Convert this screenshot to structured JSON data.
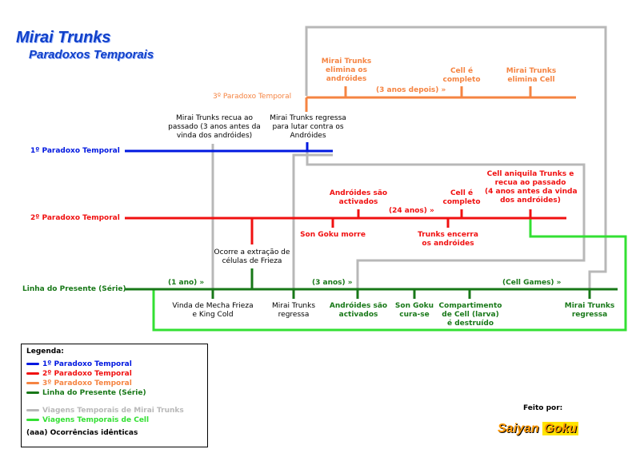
{
  "header": {
    "title": "Mirai Trunks",
    "subtitle": "Paradoxos Temporais"
  },
  "colors": {
    "line1": "#0018e0",
    "line2": "#f01010",
    "line3": "#f58442",
    "present": "#187818",
    "trunks_travel": "#b8b8b8",
    "cell_travel": "#33e033"
  },
  "lines": {
    "p1": "1º Paradoxo Temporal",
    "p2": "2º Paradoxo Temporal",
    "p3": "3º Paradoxo Temporal",
    "present": "Linha do Presente (Série)"
  },
  "p3_events": {
    "e1": "Mirai Trunks\nelimina os\nandróides",
    "gap": "(3 anos depois) »",
    "e2": "Cell é\ncompleto",
    "e3": "Mirai Trunks\nelimina Cell"
  },
  "p1_events": {
    "e1": "Mirai Trunks recua ao\npassado (3 anos antes da\nvinda dos andróides)",
    "e2": "Mirai Trunks regressa\npara lutar contra os\nAndróides"
  },
  "p2_events": {
    "e1": "Andróides são\nactivados",
    "gap": "(24 anos) »",
    "e2": "Cell é\ncompleto",
    "e3": "Cell aniquila Trunks e\nrecua ao passado\n(4 anos antes da vinda\ndos andróides)",
    "e4": "Son Goku morre",
    "e5": "Trunks encerra\nos andróides",
    "e6": "Ocorre a extração de\ncélulas de Frieza"
  },
  "present_events": {
    "gap1": "(1 ano) »",
    "gap2": "(3 anos) »",
    "gap3": "(Cell Games) »",
    "e1": "Vinda de Mecha Frieza\ne King Cold",
    "e2": "Mirai Trunks\nregressa",
    "e3": "Andróides são\nactivados",
    "e4": "Son Goku\ncura-se",
    "e5": "Compartimento\nde Cell (larva)\né destruído",
    "e6": "Mirai Trunks\nregressa"
  },
  "legend": {
    "heading": "Legenda:",
    "l1": "1º Paradoxo Temporal",
    "l2": "2º Paradoxo Temporal",
    "l3": "3º Paradoxo Temporal",
    "l4": "Linha do Presente (Série)",
    "l5": "Viagens Temporais de Mirai Trunks",
    "l6": "Viagens Temporais de Cell",
    "l7": "(aaa) Ocorrências idênticas"
  },
  "credits": {
    "made_by": "Feito por:",
    "author_a": "Saiyan",
    "author_b": "Goku"
  }
}
